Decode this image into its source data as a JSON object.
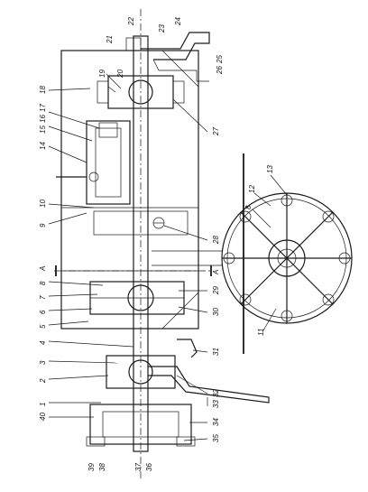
{
  "diagram": {
    "callouts_left": [
      "40",
      "1",
      "2",
      "3",
      "4",
      "5",
      "6",
      "7",
      "8",
      "A",
      "9",
      "10",
      "14",
      "15",
      "16",
      "17",
      "18",
      "19"
    ],
    "callouts_top": [
      "21",
      "22",
      "23",
      "24",
      "25",
      "26",
      "20"
    ],
    "callouts_right": [
      "27",
      "28",
      "A",
      "29",
      "30",
      "31",
      "32",
      "33",
      "34",
      "35"
    ],
    "callouts_bottom": [
      "39",
      "38",
      "37",
      "36"
    ],
    "callouts_section": [
      "13",
      "12",
      "8",
      "11"
    ]
  }
}
